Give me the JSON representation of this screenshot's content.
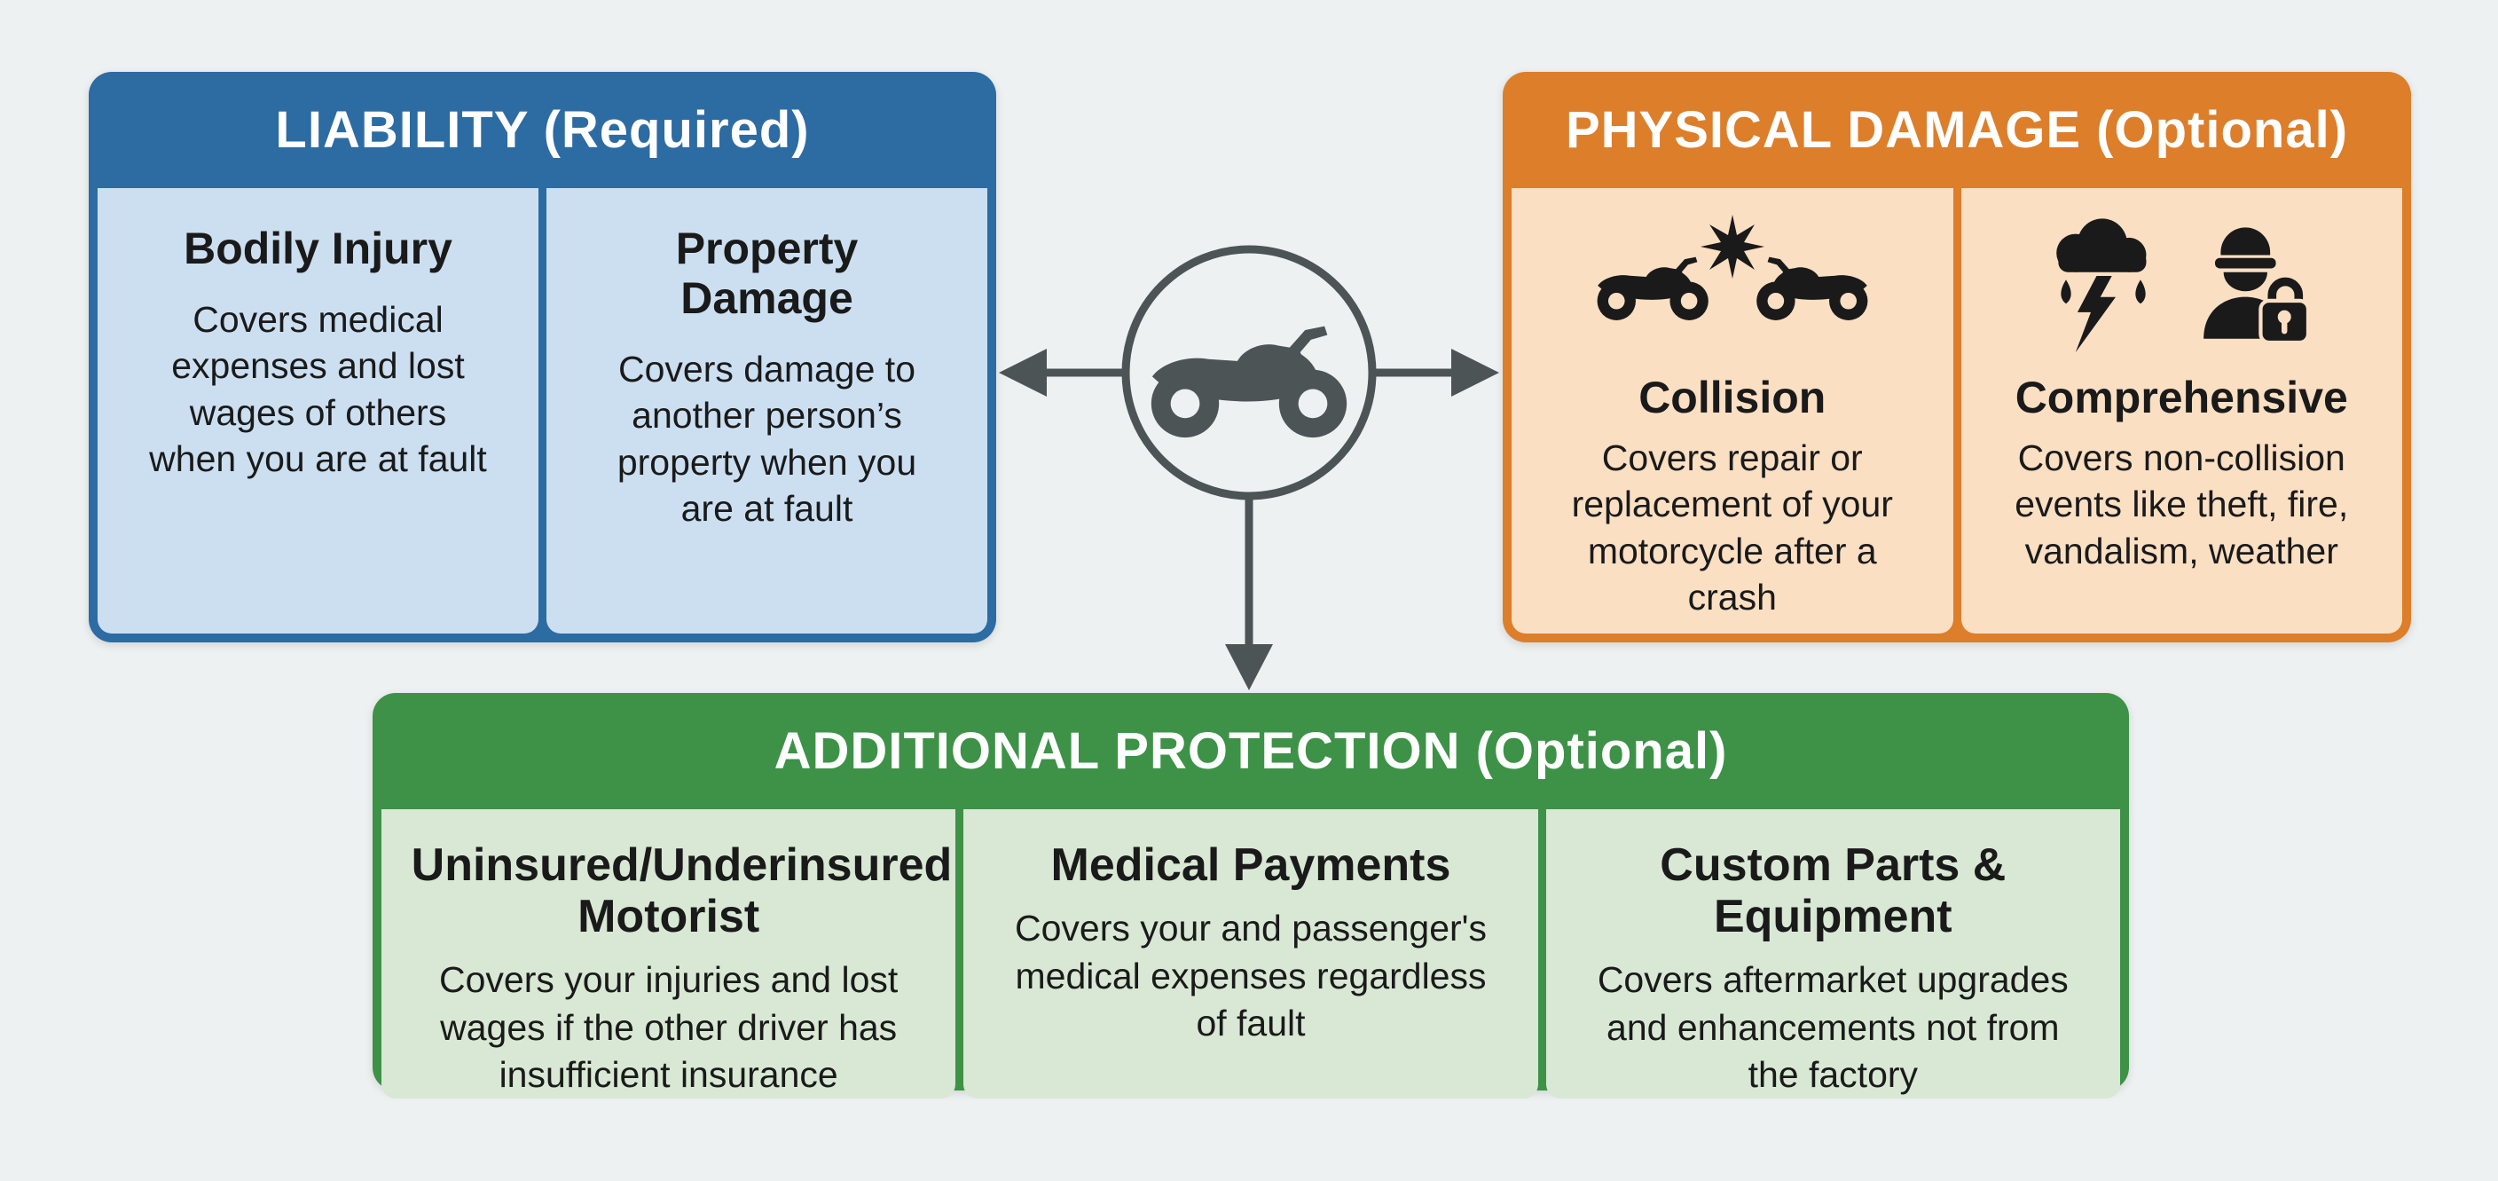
{
  "palette": {
    "background": "#edf1f1",
    "liability_header": "#2d6ba3",
    "liability_cell": "#cbdff1",
    "physical_header": "#dd7e2b",
    "physical_cell": "#fadfc3",
    "additional_header": "#3d9247",
    "additional_cell": "#d8e8d4",
    "connector_gray": "#4d5456",
    "icon_black": "#1a1a1a",
    "header_text": "#ffffff",
    "body_text": "#1a1a1a"
  },
  "hub": {
    "icon": "motorcycle"
  },
  "sections": {
    "liability": {
      "title": "LIABILITY (Required)",
      "items": [
        {
          "title": "Bodily Injury",
          "description": "Covers medical expenses and lost wages of others when you are at fault"
        },
        {
          "title": "Property Damage",
          "description": "Covers damage to another person’s property when you are at fault"
        }
      ]
    },
    "physical_damage": {
      "title": "PHYSICAL DAMAGE (Optional)",
      "items": [
        {
          "title": "Collision",
          "description": "Covers repair or replacement of your motorcycle after a crash",
          "icon": "motorcycle-crash"
        },
        {
          "title": "Comprehensive",
          "description": "Covers non-collision events like theft, fire, vandalism, weather",
          "icon": "storm-and-theft"
        }
      ]
    },
    "additional_protection": {
      "title": "ADDITIONAL PROTECTION (Optional)",
      "items": [
        {
          "title": "Uninsured/Underinsured Motorist",
          "description": "Covers your injuries and lost wages if the other driver has insufficient insurance"
        },
        {
          "title": "Medical Payments",
          "description": "Covers your and passenger's medical expenses regardless of fault"
        },
        {
          "title": "Custom Parts & Equipment",
          "description": "Covers aftermarket upgrades and enhancements not from the factory"
        }
      ]
    }
  }
}
